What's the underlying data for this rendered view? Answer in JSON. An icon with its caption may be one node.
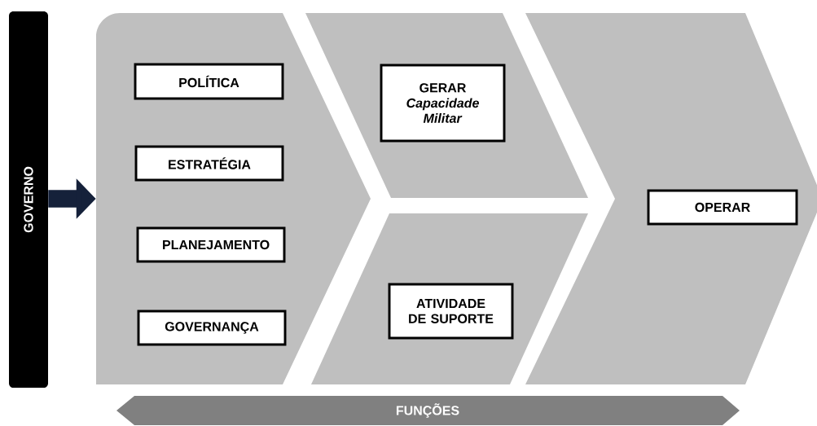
{
  "diagram": {
    "nodes": [
      {
        "text": [
          "GOVERNO"
        ]
      },
      {
        "text": [],
        "shape": "chevron"
      },
      {
        "text": [
          "POLÍTICA"
        ],
        "in": 1
      },
      {
        "text": [
          "ESTRATÉGIA"
        ],
        "in": 1
      },
      {
        "text": [
          "PLANEJAMENTO"
        ],
        "in": 1
      },
      {
        "text": [
          "GOVERNANÇA"
        ],
        "in": 1
      },
      {
        "text": [],
        "shape": "parallelogram"
      },
      {
        "text": [
          "GERAR *Capacidade Militar*"
        ],
        "in": 6
      },
      {
        "text": [],
        "shape": "parallelogram"
      },
      {
        "text": [
          "ATIVIDADE DE SUPORTE"
        ],
        "in": 8
      },
      {
        "text": [],
        "shape": "chevron"
      },
      {
        "text": [
          "OPERAR"
        ],
        "in": 10
      },
      {
        "text": [
          "FUNÇÕES"
        ]
      }
    ],
    "edges": [
      {
        "from": 0,
        "to": 1,
        "arrow": "to"
      }
    ]
  }
}
